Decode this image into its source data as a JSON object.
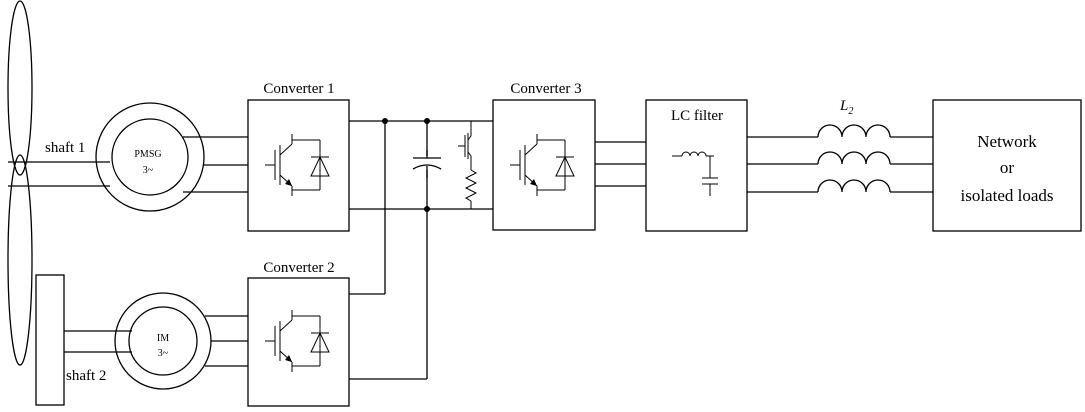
{
  "converters": {
    "c1": "Converter 1",
    "c2": "Converter 2",
    "c3": "Converter 3"
  },
  "filter": "LC filter",
  "inductor": {
    "base": "L",
    "sub": "2"
  },
  "machines": {
    "pmsg_name": "PMSG",
    "pmsg_phase": "3~",
    "im_name": "IM",
    "im_phase": "3~"
  },
  "shafts": {
    "s1": "shaft 1",
    "s2": "shaft 2"
  },
  "load": {
    "line1": "Network",
    "line2": "or",
    "line3": "isolated loads"
  }
}
